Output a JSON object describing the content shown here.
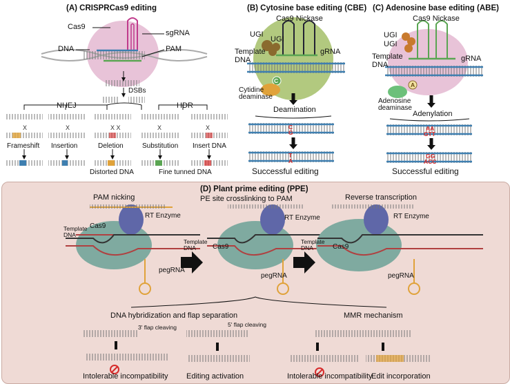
{
  "panelA": {
    "title": "(A) CRISPRCas9 editing",
    "cas9": "Cas9",
    "sgrna": "sgRNA",
    "dna": "DNA",
    "pam": "PAM",
    "dsbs": "DSBs",
    "nhej": "NHEJ",
    "hdr": "HDR",
    "outcomes": [
      "Frameshift",
      "Insertion",
      "Deletion",
      "Substitution",
      "Insert DNA"
    ],
    "results": [
      "Distorted DNA",
      "Fine tunned DNA"
    ]
  },
  "panelB": {
    "title": "(B) Cytosine base editing (CBE)",
    "nickase": "Cas9 Nickase",
    "ugi1": "UGI",
    "ugi2": "UGI",
    "template": "Template",
    "dna": "DNA",
    "grna": "gRNA",
    "cytidine": "Cytidine",
    "deaminase": "deaminase",
    "c_mark": "C",
    "step": "Deamination",
    "base_top1": "C",
    "base_bot1": "G",
    "base_top2": "T",
    "base_bot2": "A",
    "result": "Successful editing"
  },
  "panelC": {
    "title": "(C) Adenosine base editing (ABE)",
    "nickase": "Cas9 Nickase",
    "ugi1": "UGI",
    "ugi2": "UGI",
    "template": "Template",
    "dna": "DNA",
    "grna": "gRNA",
    "adenosine": "Adenosine",
    "deaminase": "deaminase",
    "a_mark": "A",
    "step": "Adenylation",
    "base_top1": "AA",
    "base_bot1": "GTT",
    "base_top2": "GG",
    "base_bot2": "ACC",
    "result": "Successful editing"
  },
  "panelD": {
    "title": "(D) Plant prime editing (PPE)",
    "steps": [
      "PAM nicking",
      "PE site crosslinking to PAM",
      "Reverse transcription"
    ],
    "rt": "RT Enzyme",
    "template": "Template",
    "dna": "DNA",
    "cas9": "Cas9",
    "pegrna": "pegRNA",
    "hybrid": "DNA hybridization and flap separation",
    "mmr": "MMR mechanism",
    "flap3": "3' flap cleaving",
    "flap5": "5' flap cleaving",
    "out1": "Intolerable incompatibility",
    "out2": "Editing activation",
    "out3": "Intolerable incompatibility",
    "out4": "Edit incorporation"
  },
  "colors": {
    "cas9_pink": "#e8c3d8",
    "nickase_green": "#b2c97f",
    "cas9_teal": "#7faaa0",
    "rt_purple": "#5f67a8",
    "dna_dark": "#333333",
    "rna_orange": "#e0a23a",
    "edit_red": "#d62b2b",
    "ppe_bg": "#efdad5",
    "grna_green": "#5aa552"
  }
}
